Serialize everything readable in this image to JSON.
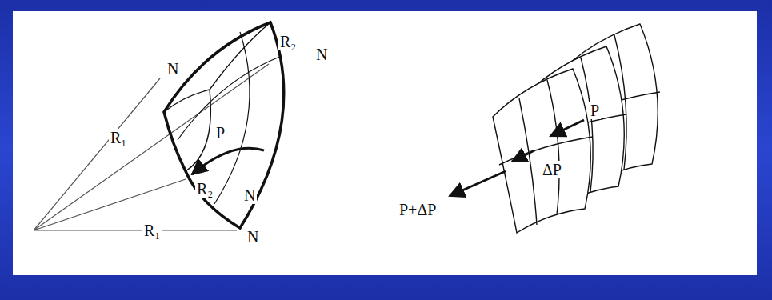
{
  "diagram": {
    "labels": [
      "R₂",
      "N",
      "N",
      "R₁",
      "P",
      "R₂",
      "N",
      "R₁",
      "N",
      "P",
      "ΔP",
      "P+ΔP"
    ]
  }
}
